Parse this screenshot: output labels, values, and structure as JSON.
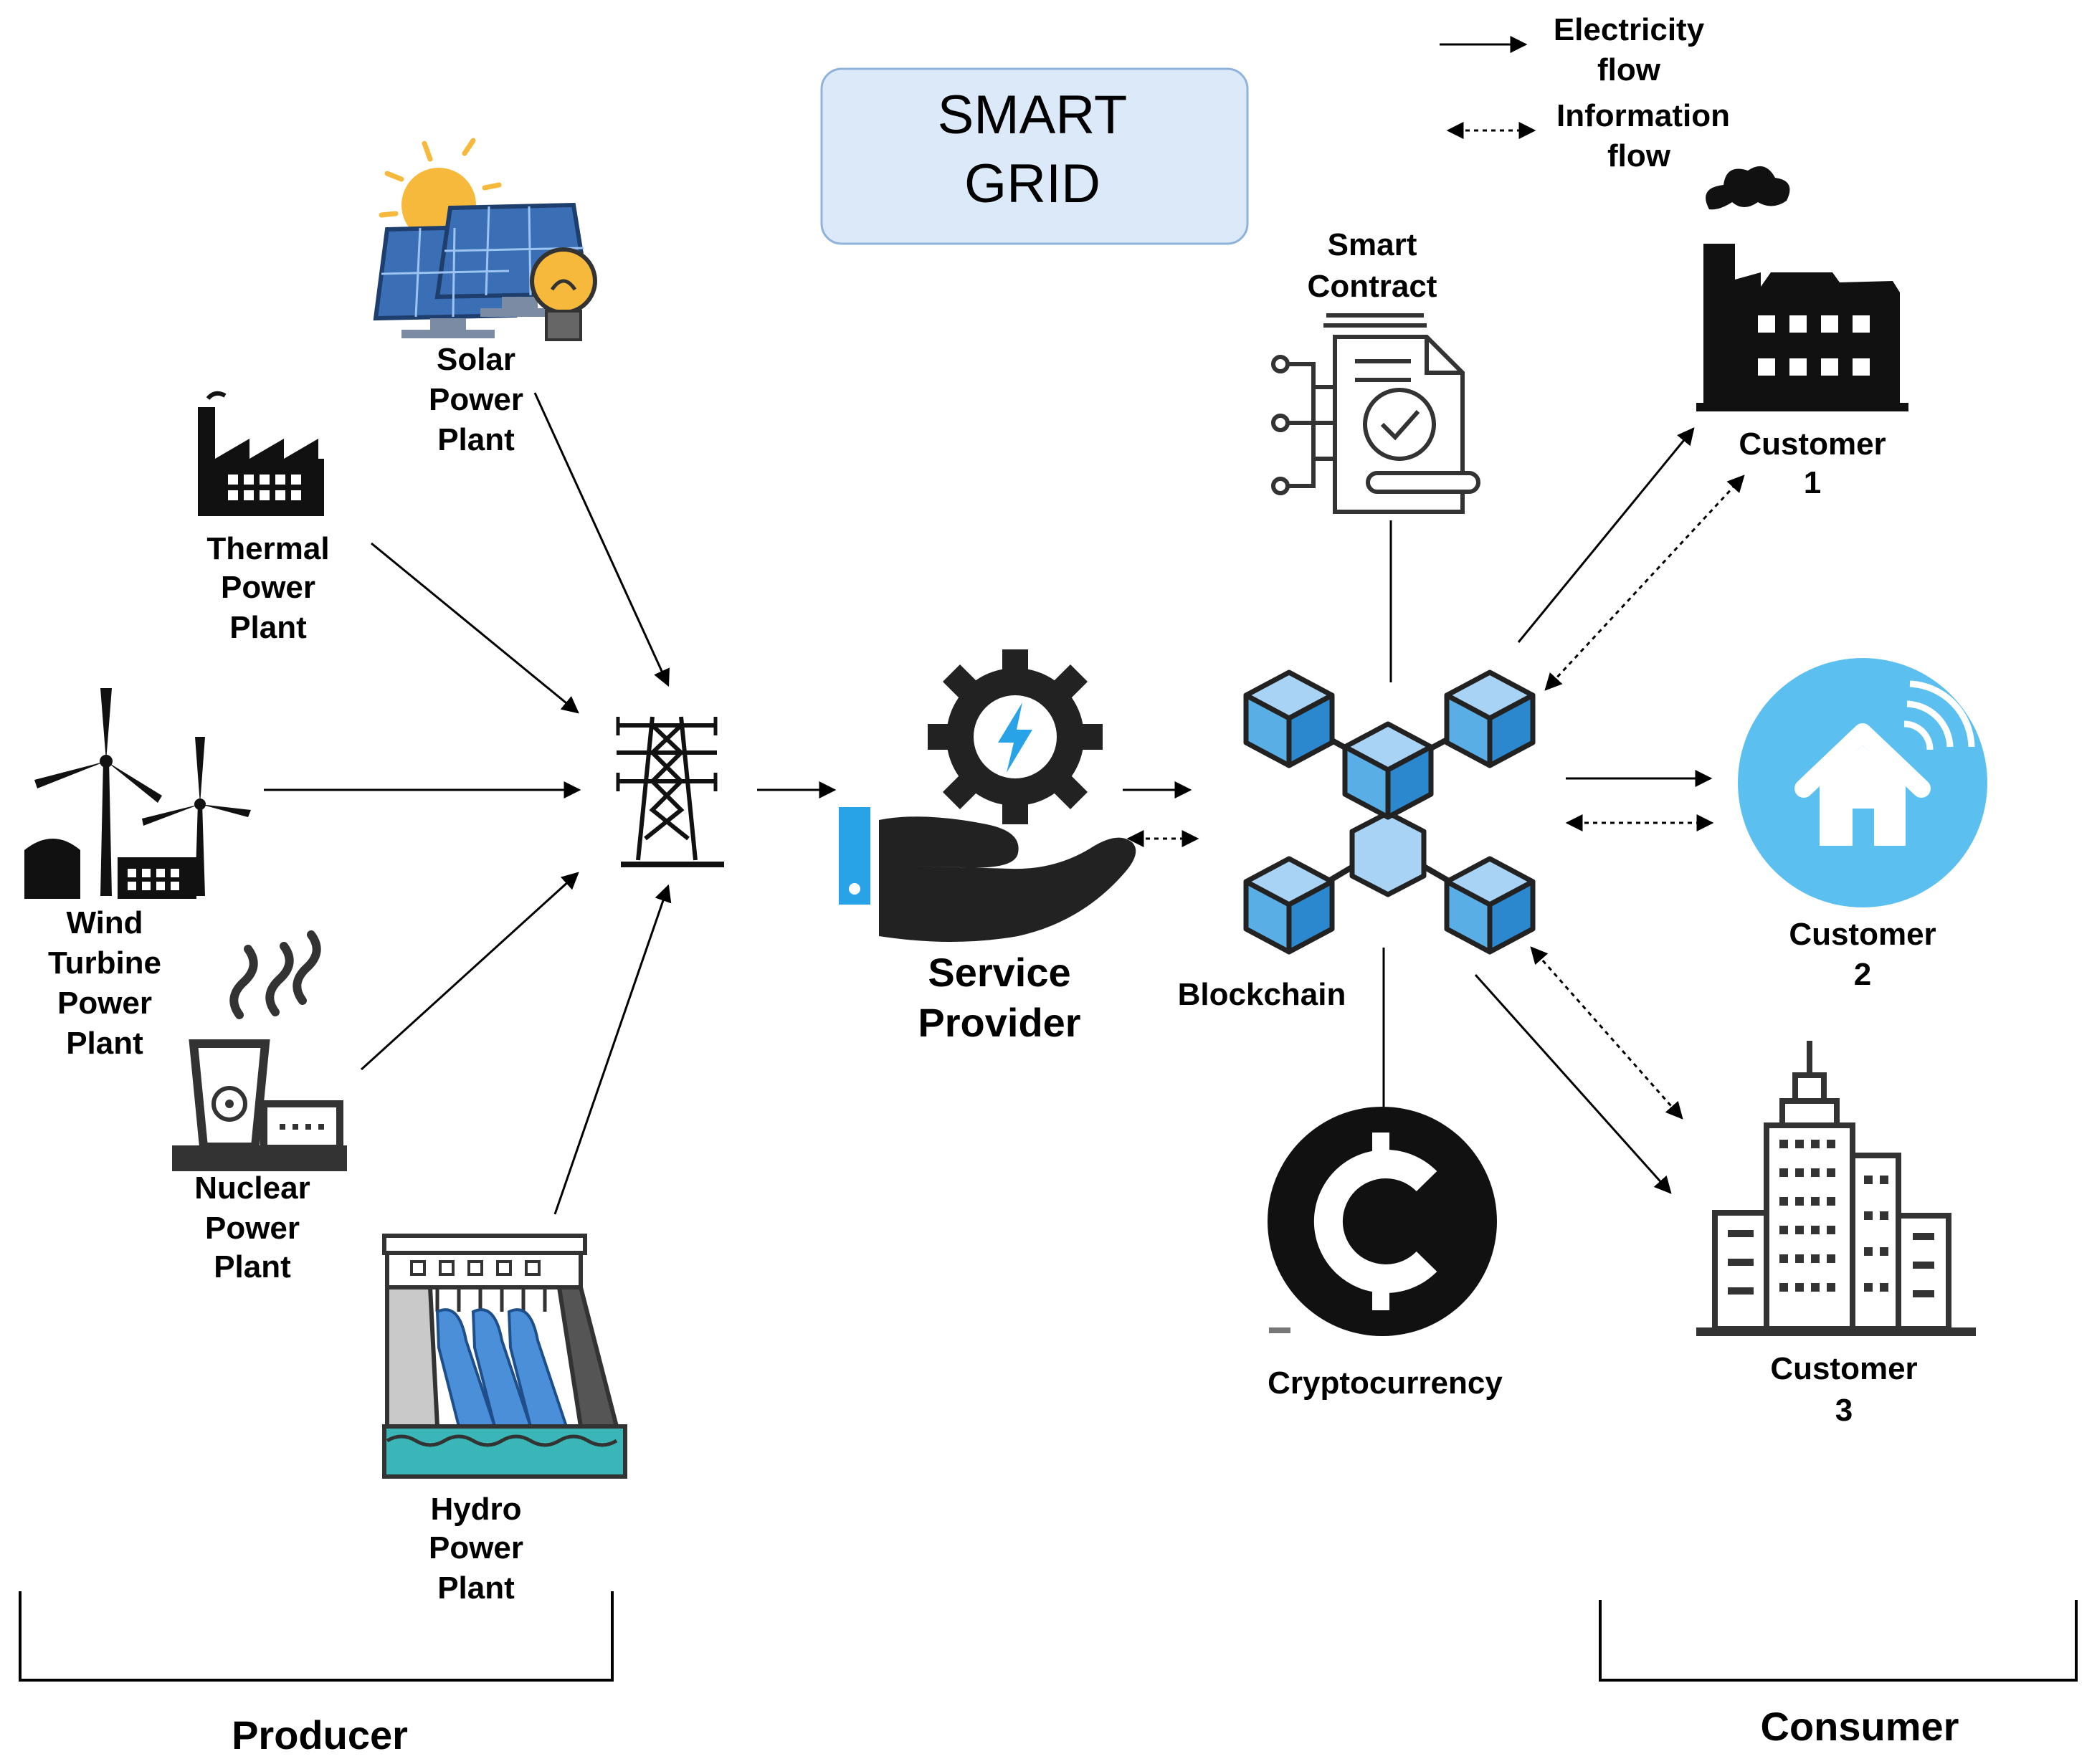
{
  "title": {
    "line1": "SMART",
    "line2": "GRID"
  },
  "legend": {
    "electricity": {
      "line1": "Electricity",
      "line2": "flow"
    },
    "information": {
      "line1": "Information",
      "line2": "flow"
    }
  },
  "producers": {
    "solar": {
      "line1": "Solar",
      "line2": "Power",
      "line3": "Plant"
    },
    "thermal": {
      "line1": "Thermal",
      "line2": "Power",
      "line3": "Plant"
    },
    "wind": {
      "line1": "Wind",
      "line2": "Turbine",
      "line3": "Power",
      "line4": "Plant"
    },
    "nuclear": {
      "line1": "Nuclear",
      "line2": "Power",
      "line3": "Plant"
    },
    "hydro": {
      "line1": "Hydro",
      "line2": "Power",
      "line3": "Plant"
    }
  },
  "service_provider": {
    "line1": "Service",
    "line2": "Provider"
  },
  "smart_contract": {
    "line1": "Smart",
    "line2": "Contract"
  },
  "blockchain": "Blockchain",
  "cryptocurrency": "Cryptocurrency",
  "customers": [
    {
      "line1": "Customer",
      "line2": "1"
    },
    {
      "line1": "Customer",
      "line2": "2"
    },
    {
      "line1": "Customer",
      "line2": "3"
    }
  ],
  "groups": {
    "producer": "Producer",
    "consumer": "Consumer"
  },
  "colors": {
    "title_box_fill": "#dbe9f8",
    "title_box_stroke": "#8fb3da",
    "cube_light": "#a9d3f5",
    "cube_mid": "#5aaee6",
    "cube_dark": "#2b88cf",
    "solar_panel": "#3a6fb5",
    "sun": "#f6b93b",
    "home_circle": "#5bc0f0",
    "hydro_water": "#4a8fd8"
  },
  "icons": {
    "solar": "solar-panel-icon",
    "thermal": "factory-icon",
    "wind": "wind-turbine-icon",
    "nuclear": "nuclear-plant-icon",
    "hydro": "hydro-dam-icon",
    "tower": "transmission-tower-icon",
    "service": "hand-gear-icon",
    "contract": "contract-document-icon",
    "blockchain": "blockchain-cubes-icon",
    "crypto": "crypto-coin-icon",
    "customer1": "factory-icon",
    "customer2": "home-icon",
    "customer3": "skyscraper-icon"
  }
}
